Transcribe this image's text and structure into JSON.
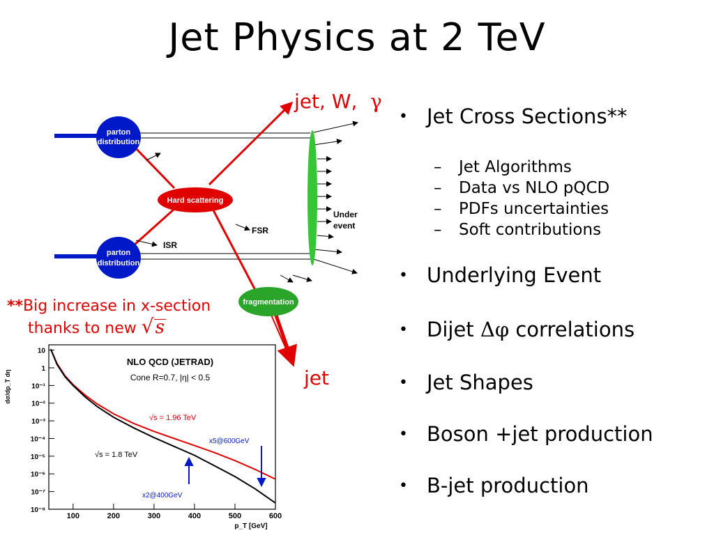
{
  "title": "Jet Physics at 2 TeV",
  "diagram": {
    "parton_top": [
      "parton",
      "distribution"
    ],
    "parton_bottom": [
      "parton",
      "distribution"
    ],
    "hard_scattering": "Hard scattering",
    "fragmentation": "fragmentation",
    "isr": "ISR",
    "fsr": "FSR",
    "under_event": [
      "Under",
      "event"
    ],
    "jet_top": "jet, W,",
    "jet_top_symbol": "γ",
    "jet_bottom": "jet",
    "colors": {
      "red": "#e00000",
      "blue": "#0019c8",
      "green": "#2aa52a",
      "ellipse": "#35c535"
    }
  },
  "bullets": {
    "b1": "Jet  Cross Sections**",
    "sub": [
      "Jet Algorithms",
      "Data vs NLO pQCD",
      "PDFs uncertainties",
      "Soft contributions"
    ],
    "b2": "Underlying Event",
    "b3_pre": "Dijet  ",
    "b3_sym": "Δφ",
    "b3_post": " correlations",
    "b4": "Jet Shapes",
    "b5": "Boson +jet  production",
    "b6": "B-jet production",
    "bullet_char": "•",
    "dash_char": "–"
  },
  "note": {
    "stars": "**",
    "line1": "Big increase in x-section",
    "line2": "thanks to new",
    "sqrt_sign": "√",
    "sqrt_var": "s"
  },
  "chart_data": {
    "type": "line",
    "title": "NLO QCD (JETRAD)",
    "subtitle": "Cone R=0.7, |η| < 0.5",
    "xlabel": "p_T [GeV]",
    "ylabel": "dσ/dp_T dη",
    "xlim": [
      40,
      600
    ],
    "ylim_log10": [
      -8,
      1.3
    ],
    "xticks": [
      100,
      200,
      300,
      400,
      500,
      600
    ],
    "yticks": [
      "10",
      "1",
      "10⁻¹",
      "10⁻²",
      "10⁻³",
      "10⁻⁴",
      "10⁻⁵",
      "10⁻⁶",
      "10⁻⁷",
      "10⁻⁸"
    ],
    "ytick_exp": [
      1,
      0,
      -1,
      -2,
      -3,
      -4,
      -5,
      -6,
      -7,
      -8
    ],
    "series": [
      {
        "name": "√s = 1.96 TeV",
        "color": "#e00000",
        "x": [
          45,
          60,
          80,
          100,
          130,
          160,
          200,
          250,
          300,
          350,
          400,
          450,
          500,
          550,
          600
        ],
        "log10y": [
          1.05,
          0.25,
          -0.45,
          -0.95,
          -1.55,
          -2.05,
          -2.6,
          -3.15,
          -3.6,
          -4.0,
          -4.4,
          -4.8,
          -5.25,
          -5.75,
          -6.3
        ]
      },
      {
        "name": "√s = 1.8 TeV",
        "color": "#000000",
        "x": [
          45,
          60,
          80,
          100,
          130,
          160,
          200,
          250,
          300,
          350,
          400,
          450,
          500,
          550,
          600
        ],
        "log10y": [
          1.05,
          0.2,
          -0.5,
          -1.0,
          -1.65,
          -2.2,
          -2.8,
          -3.4,
          -3.95,
          -4.45,
          -4.95,
          -5.55,
          -6.15,
          -6.85,
          -7.65
        ]
      }
    ],
    "annotations": [
      "x5@600GeV",
      "x2@400GeV"
    ]
  }
}
